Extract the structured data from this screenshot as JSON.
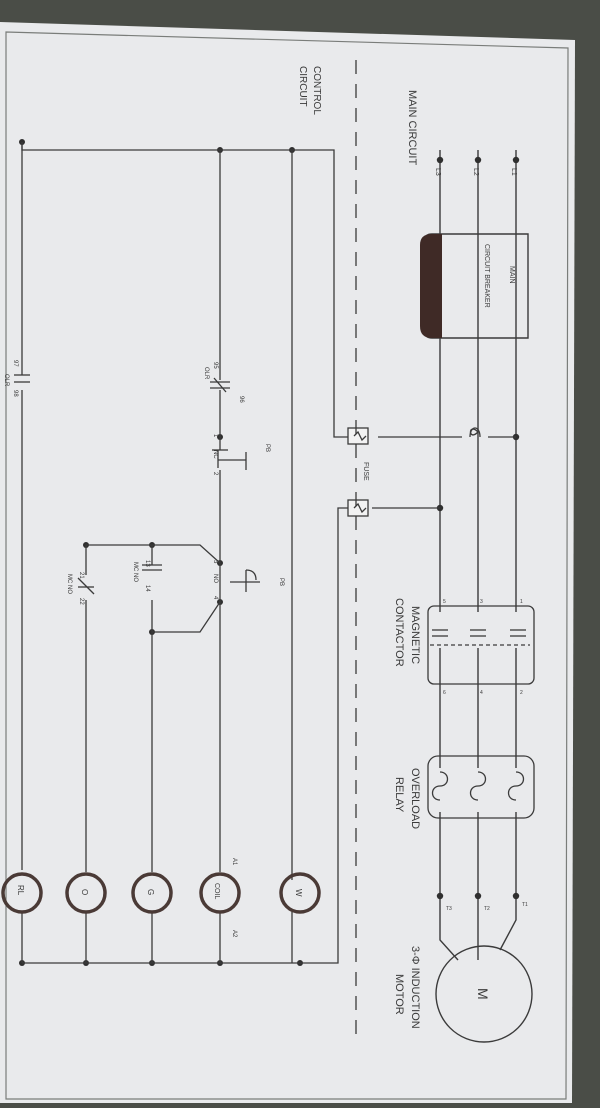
{
  "sections": {
    "main": "MAIN  CIRCUIT",
    "control_line1": "CONTROL",
    "control_line2": "CIRCUIT"
  },
  "phases": [
    "L1",
    "L2",
    "L3"
  ],
  "breaker": {
    "line1": "MAIN",
    "line2": "CIRCUIT BREAKER"
  },
  "fuse_label": "FUSE",
  "contactor": {
    "line1": "MAGNETIC",
    "line2": "CONTACTOR",
    "terminals": [
      "1",
      "2",
      "3",
      "4",
      "5",
      "6"
    ]
  },
  "overload": {
    "line1": "OVERLOAD",
    "line2": "RELAY"
  },
  "motor": {
    "symbol": "M",
    "line1": "3-Φ INDUCTION",
    "line2": "MOTOR",
    "terminals": [
      "T1",
      "T2",
      "T3"
    ]
  },
  "contacts": {
    "olr_nc": {
      "t1": "95",
      "t2": "96",
      "label": "OLR"
    },
    "pb_stop": {
      "label": "PB",
      "t1": "1",
      "t2": "2",
      "type": "NC"
    },
    "pb_start": {
      "label": "PB",
      "t1": "3",
      "t2": "4",
      "type": "NO"
    },
    "mc_no": {
      "t1": "13",
      "t2": "14",
      "label": "MC  NO"
    },
    "mc_nc": {
      "t1": "21",
      "t2": "22",
      "label": "MC  NO"
    },
    "olr_no": {
      "t1": "97",
      "t2": "98",
      "label": "OLR"
    }
  },
  "loads": {
    "w": "W",
    "coil": "COIL",
    "coil_a1": "A1",
    "coil_a2": "A2",
    "g": "G",
    "o": "O",
    "rl": "RL"
  }
}
